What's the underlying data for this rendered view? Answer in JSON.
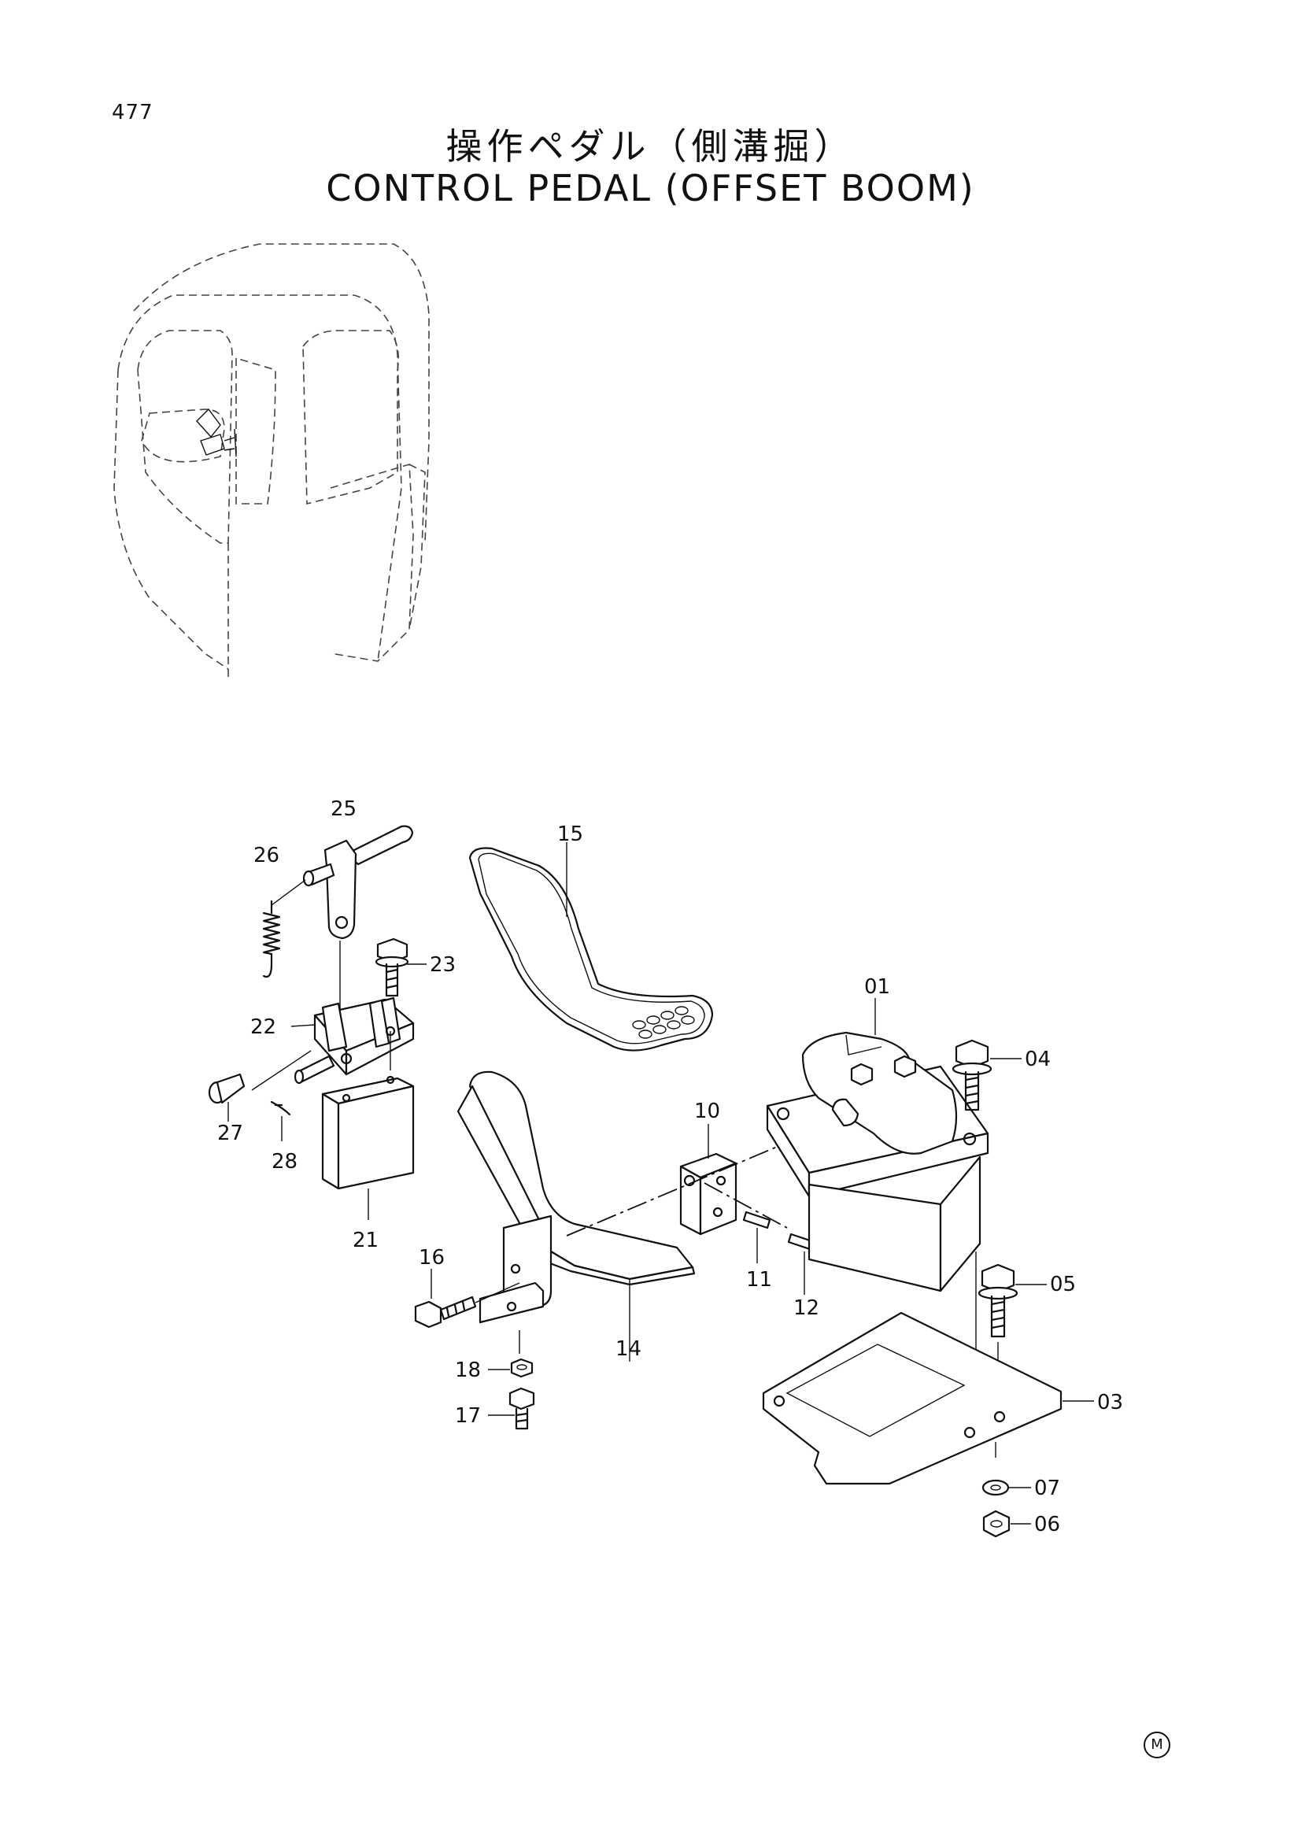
{
  "page_number": "477",
  "title_jp": "操作ペダル（側溝掘）",
  "title_en": "CONTROL PEDAL (OFFSET BOOM)",
  "corner_mark": "M",
  "callouts": {
    "c01": "01",
    "c03": "03",
    "c04": "04",
    "c05": "05",
    "c06": "06",
    "c07": "07",
    "c10": "10",
    "c11": "11",
    "c12": "12",
    "c14": "14",
    "c15": "15",
    "c16": "16",
    "c17": "17",
    "c18": "18",
    "c21": "21",
    "c22": "22",
    "c23": "23",
    "c25": "25",
    "c26": "26",
    "c27": "27",
    "c28": "28"
  }
}
